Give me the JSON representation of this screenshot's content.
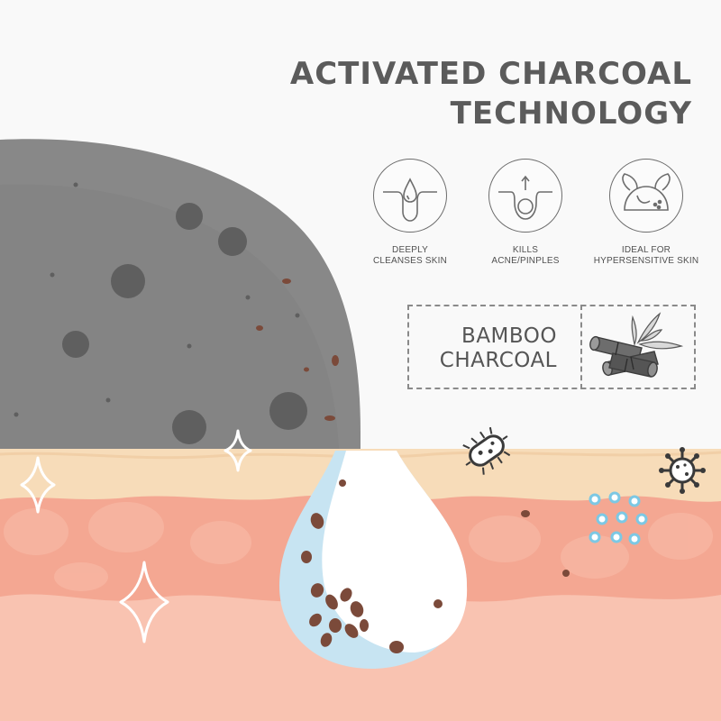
{
  "headline": {
    "line1": "ACTIVATED CHARCOAL",
    "line2": "TECHNOLOGY"
  },
  "features": [
    {
      "icon": "droplet-icon",
      "line1": "DEEPLY",
      "line2": "CLEANSES SKIN"
    },
    {
      "icon": "pore-arrow-icon",
      "line1": "KILLS",
      "line2": "ACNE/PINPLES"
    },
    {
      "icon": "leaf-icon",
      "line1": "IDEAL FOR",
      "line2": "HYPERSENSITIVE SKIN"
    }
  ],
  "bamboo": {
    "line1": "BAMBOO",
    "line2": "CHARCOAL",
    "icon": "bamboo-charcoal-icon"
  },
  "colors": {
    "charcoal": "#808080",
    "charcoal_dark": "#606060",
    "skin_top": "#f7dcb8",
    "skin_mid": "#f3a891",
    "skin_bottom": "#f9c2b0",
    "water": "#c7e4f2",
    "text": "#5b5b5b"
  }
}
